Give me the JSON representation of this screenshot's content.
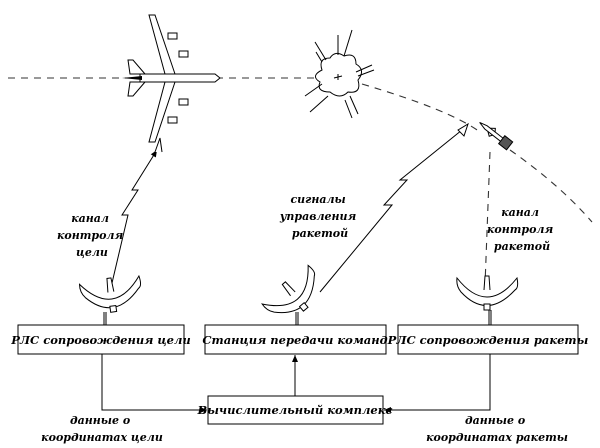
{
  "title": "",
  "boxes": {
    "target_radar": "РЛС сопровождения цели",
    "command_station": "Станция передачи команд",
    "missile_radar": "РЛС сопровождения ракеты",
    "computer": "Вычислительный комплекс"
  },
  "labels": {
    "target_channel": [
      "канал",
      "контроля",
      "цели"
    ],
    "control_signals": [
      "сигналы",
      "управления",
      "ракетой"
    ],
    "missile_channel": [
      "канал",
      "контроля",
      "ракетой"
    ],
    "target_data": [
      "данные о",
      "координатах цели"
    ],
    "missile_data": [
      "данные о",
      "координатах ракеты"
    ]
  },
  "icons": [
    "aircraft-icon",
    "explosion-icon",
    "missile-icon",
    "radar-dish-icon"
  ]
}
